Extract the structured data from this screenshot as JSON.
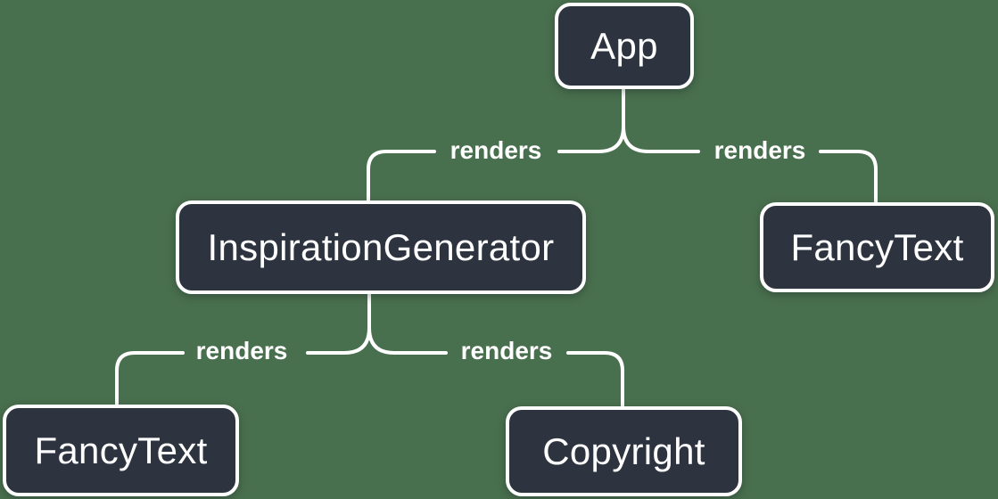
{
  "colors": {
    "background": "#49704E",
    "node_fill": "#2D3440",
    "node_border": "#FFFFFF",
    "connector": "#FFFFFF",
    "label_text": "#FFFFFF"
  },
  "tree": {
    "nodes": [
      {
        "id": "app",
        "label": "App"
      },
      {
        "id": "inspiration-generator",
        "label": "InspirationGenerator"
      },
      {
        "id": "fancy-text-right",
        "label": "FancyText"
      },
      {
        "id": "fancy-text-left",
        "label": "FancyText"
      },
      {
        "id": "copyright",
        "label": "Copyright"
      }
    ],
    "edges": [
      {
        "from": "App",
        "to": "InspirationGenerator",
        "label": "renders"
      },
      {
        "from": "App",
        "to": "FancyText",
        "label": "renders"
      },
      {
        "from": "InspirationGenerator",
        "to": "FancyText",
        "label": "renders"
      },
      {
        "from": "InspirationGenerator",
        "to": "Copyright",
        "label": "renders"
      }
    ]
  }
}
